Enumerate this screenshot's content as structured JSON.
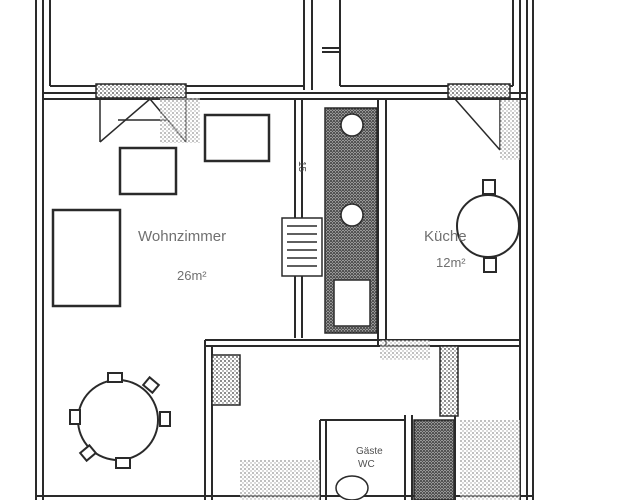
{
  "rooms": {
    "wohnzimmer": {
      "name": "Wohnzimmer",
      "area": "26m²"
    },
    "kueche": {
      "name": "Küche",
      "area": "12m²"
    },
    "gaeste_wc": {
      "name_line1": "Gäste",
      "name_line2": "WC"
    }
  },
  "stair_label": "15",
  "colors": {
    "wall": "#2a2a2a",
    "label": "#707070",
    "noise": "#3a3a3a"
  }
}
